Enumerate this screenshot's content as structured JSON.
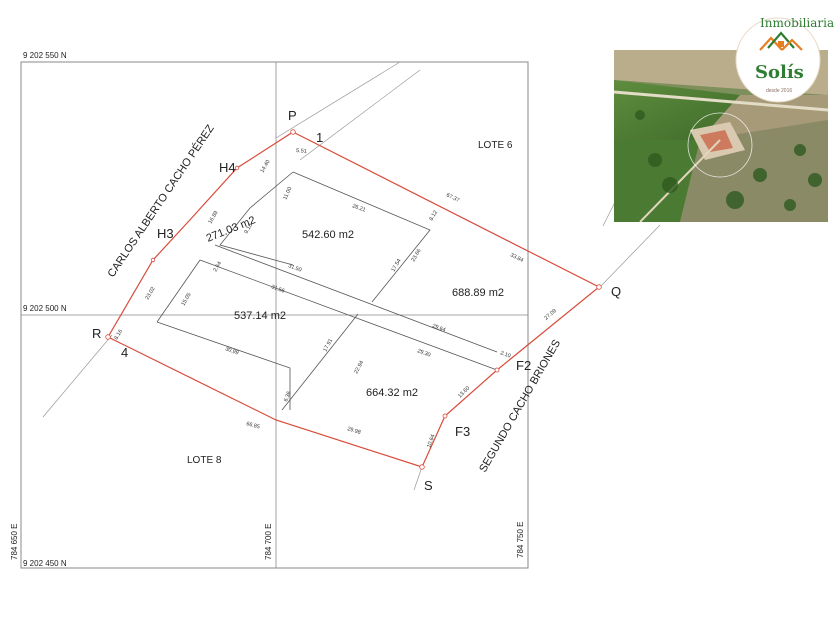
{
  "grid": {
    "north_top": "9 202 550 N",
    "north_mid": "9 202 500 N",
    "north_bottom": "9 202 450 N",
    "east_left": "784 650 E",
    "east_mid": "784 700 E",
    "east_right": "784 750 E"
  },
  "points": {
    "P": "P",
    "Q": "Q",
    "R": "R",
    "S": "S",
    "one": "1",
    "four": "4",
    "H3": "H3",
    "H4": "H4",
    "F2": "F2",
    "F3": "F3"
  },
  "lots": {
    "lote6": "LOTE 6",
    "lote8": "LOTE 8"
  },
  "areas": {
    "a1": "271.03 m2",
    "a2": "542.60 m2",
    "a3": "688.89 m2",
    "a4": "537.14 m2",
    "a5": "664.32 m2"
  },
  "roads": {
    "west": "CARLOS ALBERTO CACHO PÉREZ",
    "east": "SEGUNDO CACHO BRIONES"
  },
  "dims": [
    "5.51",
    "67.37",
    "14.40",
    "16.89",
    "23.02",
    "8.16",
    "30.99",
    "66.85",
    "29.98",
    "10.64",
    "13.60",
    "27.09",
    "33.84",
    "11.00",
    "9.16",
    "26.21",
    "8.12",
    "17.54",
    "23.66",
    "2.64",
    "15.05",
    "31.50",
    "31.56",
    "29.64",
    "17.91",
    "22.94",
    "29.30",
    "2.10",
    "6.36"
  ],
  "logo": {
    "title": "Inmobiliaria",
    "name": "Solís",
    "tagline": "desde 2016"
  },
  "colors": {
    "boundary": "#d94b3a",
    "grid": "#8a8a8a",
    "lines": "#555555",
    "logo_green": "#2e7d32",
    "logo_orange": "#e67e22"
  }
}
